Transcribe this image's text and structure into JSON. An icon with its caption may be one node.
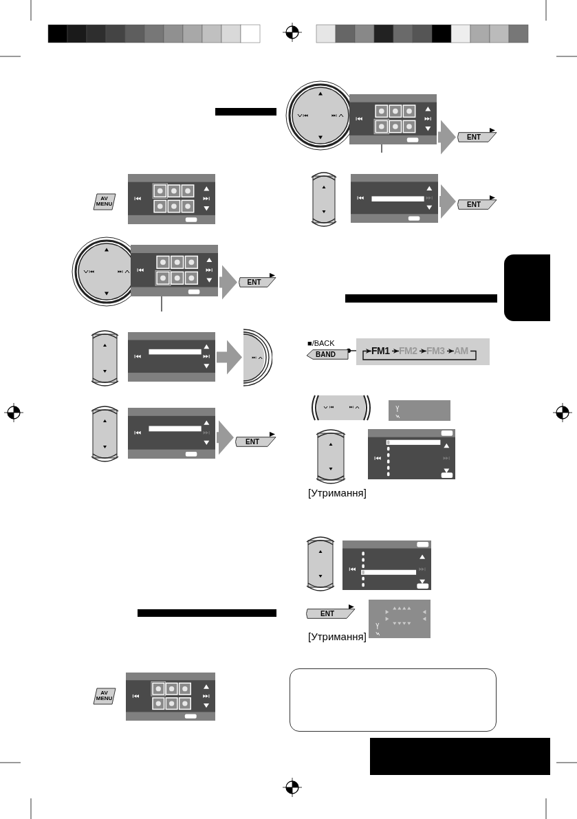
{
  "diagram": {
    "nodes": [
      {
        "text": [
          "AV MENU"
        ]
      },
      {
        "text": [],
        "shape": "box"
      },
      {
        "text": [
          "ENT"
        ]
      },
      {
        "text": [],
        "shape": "box"
      },
      {
        "text": [],
        "shape": "circle"
      },
      {
        "text": [],
        "shape": "box"
      },
      {
        "text": [
          "ENT"
        ]
      },
      {
        "text": [
          "AV MENU"
        ]
      },
      {
        "text": [],
        "shape": "box"
      },
      {
        "text": [
          "ENT"
        ]
      },
      {
        "text": [],
        "shape": "box"
      },
      {
        "text": [
          "ENT"
        ]
      },
      {
        "text": [
          "■/BACK",
          "BAND"
        ]
      },
      {
        "text": [],
        "shape": "box"
      },
      {
        "text": [
          "FM1"
        ],
        "in": 13
      },
      {
        "text": [
          "FM2"
        ],
        "in": 13
      },
      {
        "text": [
          "FM3"
        ],
        "in": 13
      },
      {
        "text": [
          "AM"
        ],
        "in": 13
      },
      {
        "text": [
          "ENT"
        ],
        "beside": [
          "[Утримання]"
        ]
      },
      {
        "text": [],
        "shape": "box"
      },
      {
        "text": [],
        "shape": "box"
      },
      {
        "text": [],
        "shape": "box"
      }
    ],
    "edges": [
      {
        "from": 1,
        "to": 2,
        "arrow": "to",
        "style": "thick",
        "color": "#9a9a9a"
      },
      {
        "from": 3,
        "to": 4,
        "arrow": "to",
        "style": "thick",
        "color": "#9a9a9a"
      },
      {
        "from": 5,
        "to": 6,
        "arrow": "to",
        "style": "thick",
        "color": "#9a9a9a"
      },
      {
        "from": 8,
        "to": 9,
        "arrow": "to",
        "style": "thick",
        "color": "#9a9a9a"
      },
      {
        "from": 10,
        "to": 11,
        "arrow": "to",
        "style": "thick",
        "color": "#9a9a9a"
      },
      {
        "from": 12,
        "to": 13,
        "arrow": "other",
        "color": "#111111"
      },
      {
        "from": 14,
        "to": 15,
        "arrow": "to"
      },
      {
        "from": 15,
        "to": 16,
        "arrow": "to"
      },
      {
        "from": 16,
        "to": 17,
        "arrow": "to"
      },
      {
        "from": 17,
        "to": 14,
        "arrow": "to"
      },
      {
        "from": 1,
        "to": null,
        "arrow": "none"
      },
      {
        "from": 8,
        "to": null,
        "arrow": "none"
      }
    ],
    "labels": [
      "[Утримання]"
    ]
  }
}
